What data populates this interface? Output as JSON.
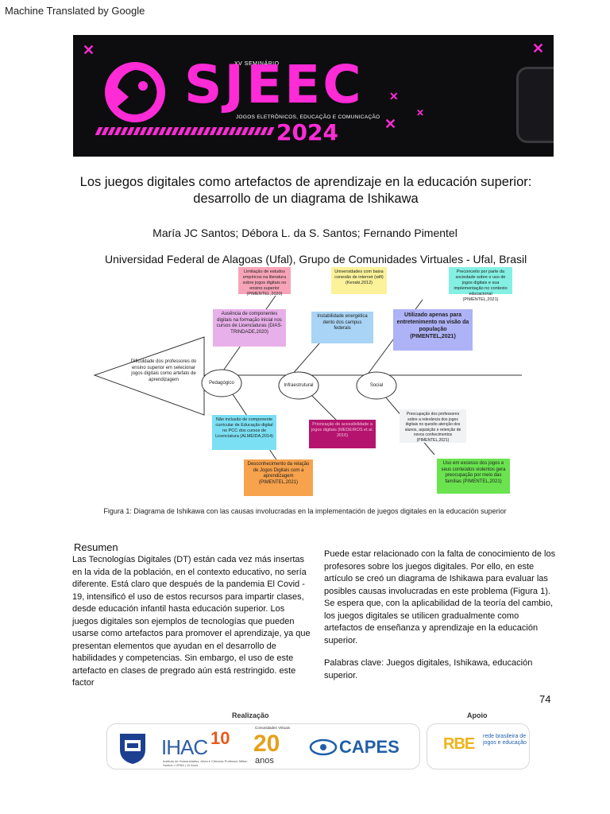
{
  "header": {
    "machine_translated": "Machine Translated by Google"
  },
  "banner": {
    "edition": "XV SEMINÁRIO",
    "acronym": "SJEEC",
    "subtitle": "JOGOS ELETRÔNICOS, EDUCAÇÃO E COMUNICAÇÃO",
    "year": "2024",
    "accent_color": "#ff2bd6"
  },
  "paper": {
    "title": "Los juegos digitales como artefactos de aprendizaje en la educación superior: desarrollo de un diagrama de Ishikawa",
    "authors": "María JC Santos; Débora L. da S. Santos; Fernando Pimentel",
    "affiliation": "Universidad Federal de Alagoas (Ufal), Grupo de Comunidades Virtuales - Ufal, Brasil"
  },
  "figure": {
    "effect": "Dificuldade dos professores do ensino superior em selecionar jogos digitais como artefato de aprendizagem",
    "categories": [
      "Pedagógico",
      "Infraestrutural",
      "Social"
    ],
    "notes": {
      "n1": "Limitação de estudos empíricos na literatura sobre jogos digitais no ensino superior (PIMENTEL,2020)",
      "n2": "Universidades com baixa conexão de internet (wifi) (Kenski,2012)",
      "n3": "Preconceito por parte da sociedade sobre o uso de jogos digitais e sua implementação no contexto educacional (PIMENTEL,2021)",
      "n4": "Ausência de componentes digitais na formação inicial nos cursos de Licenciaturas (DIAS-TRINDADE,2020)",
      "n5": "Instabilidade energética dento dos campus federais",
      "n6": "Utilizado apenas para entretenimento na visão da população (PIMENTEL,2021)",
      "n7": "Não inclusão de componente curricular de Educação digital no PCC dos cursos de Licenciatura (ALMEIDA,2014)",
      "n8": "Priorização de acessibilidade a jogos digitais (MEDEIROS et al. 2016)",
      "n9": "Preocupação dos professores sobre a relevância dos jogos digitais no quesito atenção dos alunos, aquisição e retenção de novos conhecimentos (PIMENTEL,2021)",
      "n10": "Desconhecimento da relação de Jogos Digitais com a aprendizagem (PIMENTEL,2021)",
      "n11": "Uso em excesso dos jogos e seus conteúdos violentos gera preocupação por meio das famílias (PIMENTEL,2021)"
    },
    "caption": "Figura 1: Diagrama de Ishikawa con las causas involucradas en la implementación de juegos digitales en la educación superior"
  },
  "abstract": {
    "heading": "Resumen",
    "left": "Las Tecnologías Digitales (DT) están cada vez más insertas en la vida de la población, en el contexto educativo, no sería diferente. Está claro que después de la pandemia El Covid - 19, intensificó el uso de estos recursos para impartir clases, desde educación infantil hasta educación superior. Los juegos digitales son ejemplos de tecnologías que pueden usarse como artefactos para promover el aprendizaje, ya que presentan elementos que ayudan en el desarrollo de habilidades y competencias. Sin embargo, el uso de este artefacto en clases de pregrado aún está restringido. este factor",
    "right": "Puede estar relacionado con la falta de conocimiento de los profesores sobre los juegos digitales. Por ello, en este artículo se creó un diagrama de Ishikawa para evaluar las posibles causas involucradas en este problema (Figura 1). Se espera que, con la aplicabilidad de la teoría del cambio, los juegos digitales se utilicen gradualmente como artefactos de enseñanza y aprendizaje en la educación superior.",
    "keywords": "Palabras clave: Juegos digitales, Ishikawa, educación superior."
  },
  "page_number": "74",
  "footer": {
    "realizacao": "Realização",
    "apoio": "Apoio",
    "ihac": "IHAC",
    "ihac_sub": "Instituto de Humanidades, Artes e Ciências Professor Milton Santos • UFBA | 10 Anos",
    "comunidades": "Comunidades Virtuais",
    "anos": "anos",
    "capes": "CAPES",
    "rbe": "RBE",
    "rbe_text": "rede brasileira de jogos e educação"
  }
}
